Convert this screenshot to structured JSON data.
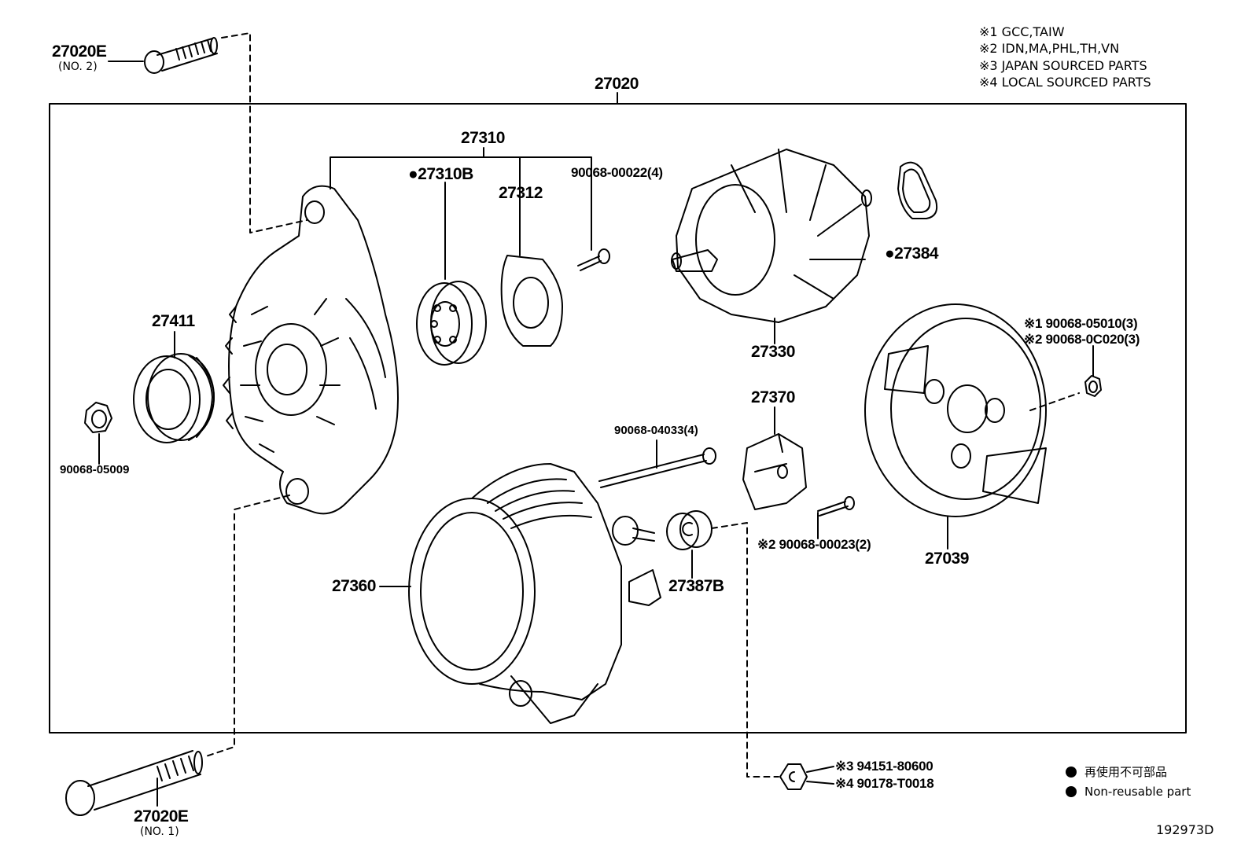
{
  "notes": [
    "※1 GCC,TAIW",
    "※2 IDN,MA,PHL,TH,VN",
    "※3 JAPAN SOURCED PARTS",
    "※4 LOCAL SOURCED PARTS"
  ],
  "parts": {
    "p27020": "27020",
    "p27020E_no2": "27020E",
    "p27020E_no2_sub": "(NO. 2)",
    "p27020E_no1": "27020E",
    "p27020E_no1_sub": "(NO. 1)",
    "p27310": "27310",
    "p27310B": "●27310B",
    "p27312": "27312",
    "p90068_00022": "90068-00022(4)",
    "p27384": "●27384",
    "p27330": "27330",
    "p27411": "27411",
    "p90068_05009": "90068-05009",
    "p90068_05010": "※1 90068-05010(3)",
    "p90068_0C020": "※2 90068-0C020(3)",
    "p27370": "27370",
    "p90068_04033": "90068-04033(4)",
    "p90068_00023": "※2 90068-00023(2)",
    "p27039": "27039",
    "p27360": "27360",
    "p27387B": "27387B",
    "p94151_80600": "※3 94151-80600",
    "p90178_T0018": "※4 90178-T0018"
  },
  "legend": {
    "jp": "再使用不可部品",
    "en": "Non-reusable part"
  },
  "diagram_id": "192973D"
}
